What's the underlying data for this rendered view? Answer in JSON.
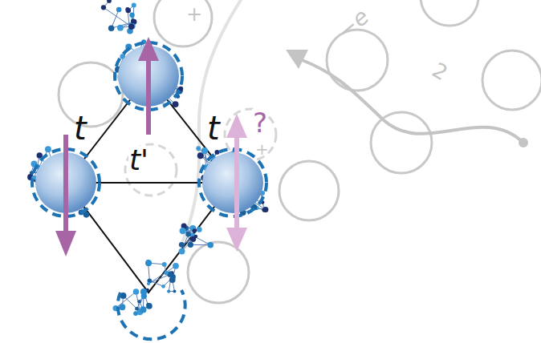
{
  "diagram": {
    "labels": [
      "t",
      "t",
      "t'",
      "?",
      "−e",
      "+",
      "+",
      "2"
    ]
  }
}
